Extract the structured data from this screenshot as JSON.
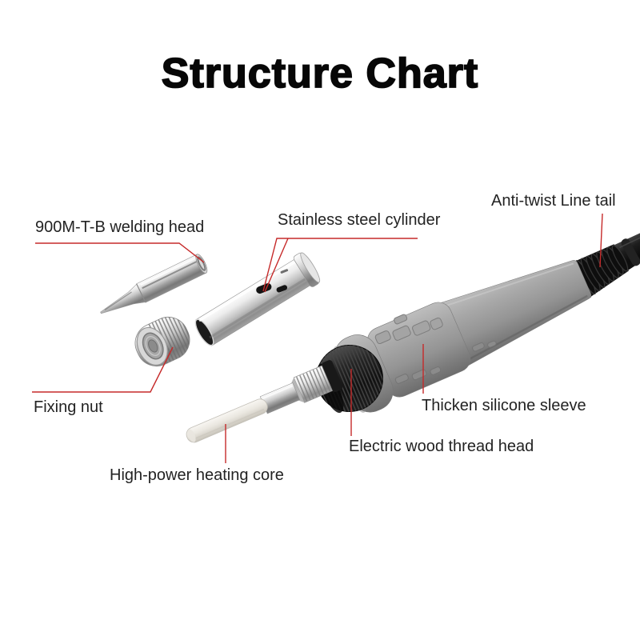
{
  "title": "Structure Chart",
  "labels": [
    {
      "id": "welding-head",
      "text": "900M-T-B welding head"
    },
    {
      "id": "stainless-cylinder",
      "text": "Stainless steel cylinder"
    },
    {
      "id": "anti-twist-line-tail",
      "text": "Anti-twist Line tail"
    },
    {
      "id": "fixing-nut",
      "text": "Fixing nut"
    },
    {
      "id": "silicone-sleeve",
      "text": "Thicken silicone sleeve"
    },
    {
      "id": "thread-head",
      "text": "Electric wood thread head"
    },
    {
      "id": "heating-core",
      "text": "High-power heating core"
    }
  ],
  "colors": {
    "background": "#ffffff",
    "title_text": "#070707",
    "label_text": "#232323",
    "leader_line": "#c62a2a",
    "handle_gray": "#989898",
    "metal_silver": "#c9c9c9",
    "plastic_black": "#161616",
    "ceramic_white": "#ece9e2"
  }
}
